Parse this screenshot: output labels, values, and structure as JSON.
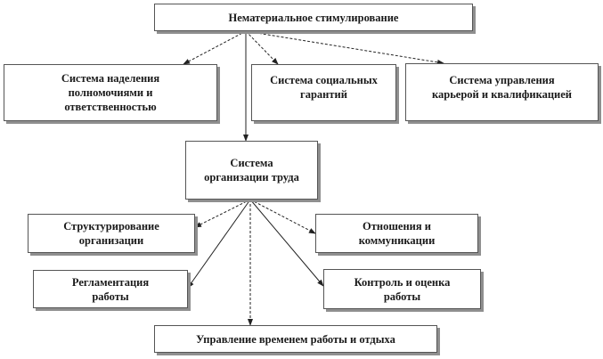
{
  "diagram": {
    "root": {
      "label": "Нематериальное стимулирование"
    },
    "level1": [
      {
        "id": "authority",
        "label": "Система наделения\nполномочиями и\nответственностью"
      },
      {
        "id": "social",
        "label": "Система социальных\nгарантий"
      },
      {
        "id": "career",
        "label": "Система управления\nкарьерой и квалификацией"
      }
    ],
    "center": {
      "label": "Система\nорганизации труда"
    },
    "level2": [
      {
        "id": "structuring",
        "label": "Структурирование\nорганизации"
      },
      {
        "id": "relations",
        "label": "Отношения и\nкоммуникации"
      },
      {
        "id": "regulation",
        "label": "Регламентация\nработы"
      },
      {
        "id": "control",
        "label": "Контроль и оценка\nработы"
      },
      {
        "id": "time",
        "label": "Управление временем работы и отдыха"
      }
    ]
  }
}
